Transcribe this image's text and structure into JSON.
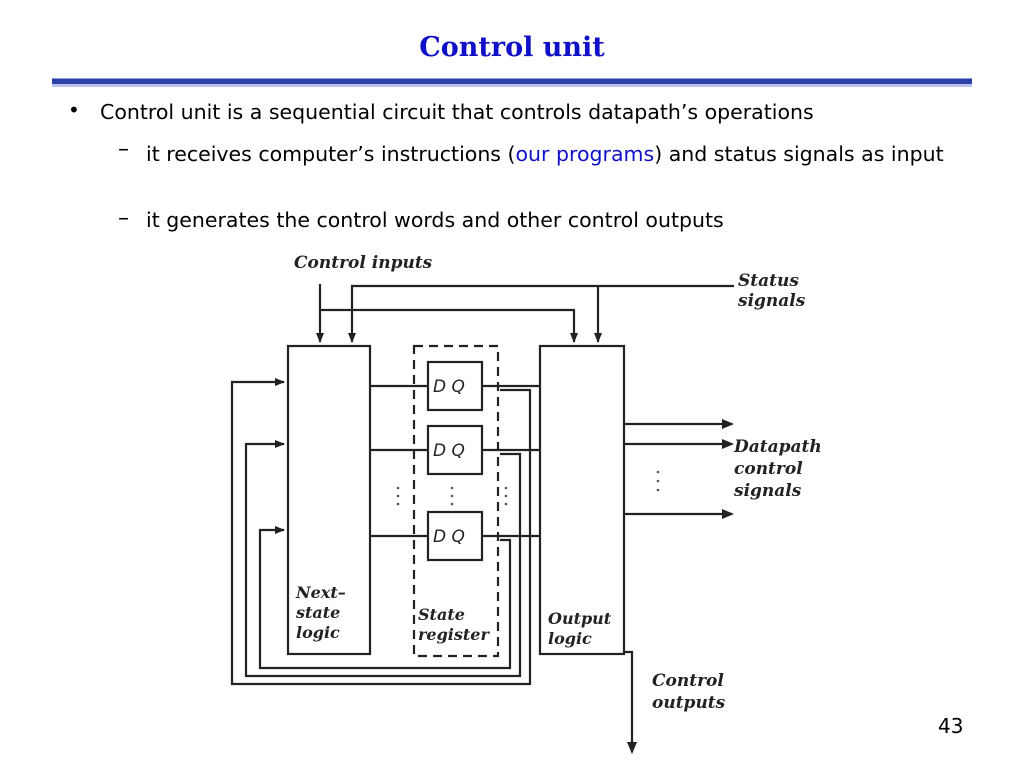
{
  "slide": {
    "title": "Control unit",
    "page_number": "43"
  },
  "bullets": {
    "main": "Control unit is a sequential circuit that controls datapath’s operations",
    "sub1_before": "it receives computer’s instructions (",
    "sub1_link": "our programs",
    "sub1_after": ") and status signals as input",
    "sub2": "it generates the control words and other control outputs",
    "bullet_glyph": "•",
    "dash_glyph": "–"
  },
  "diagram": {
    "control_inputs": "Control inputs",
    "status_line1": "Status",
    "status_line2": "signals",
    "datapath_line1": "Datapath",
    "datapath_line2": "control",
    "datapath_line3": "signals",
    "next_state_line1": "Next–",
    "next_state_line2": "state",
    "next_state_line3": "logic",
    "state_reg_line1": "State",
    "state_reg_line2": "register",
    "output_logic_line1": "Output",
    "output_logic_line2": "logic",
    "control_outputs_line1": "Control",
    "control_outputs_line2": "outputs",
    "ff_label": "D  Q",
    "colors": {
      "title": "#1010c8",
      "link": "#1010c8",
      "rule": "#2b3fa8"
    }
  }
}
